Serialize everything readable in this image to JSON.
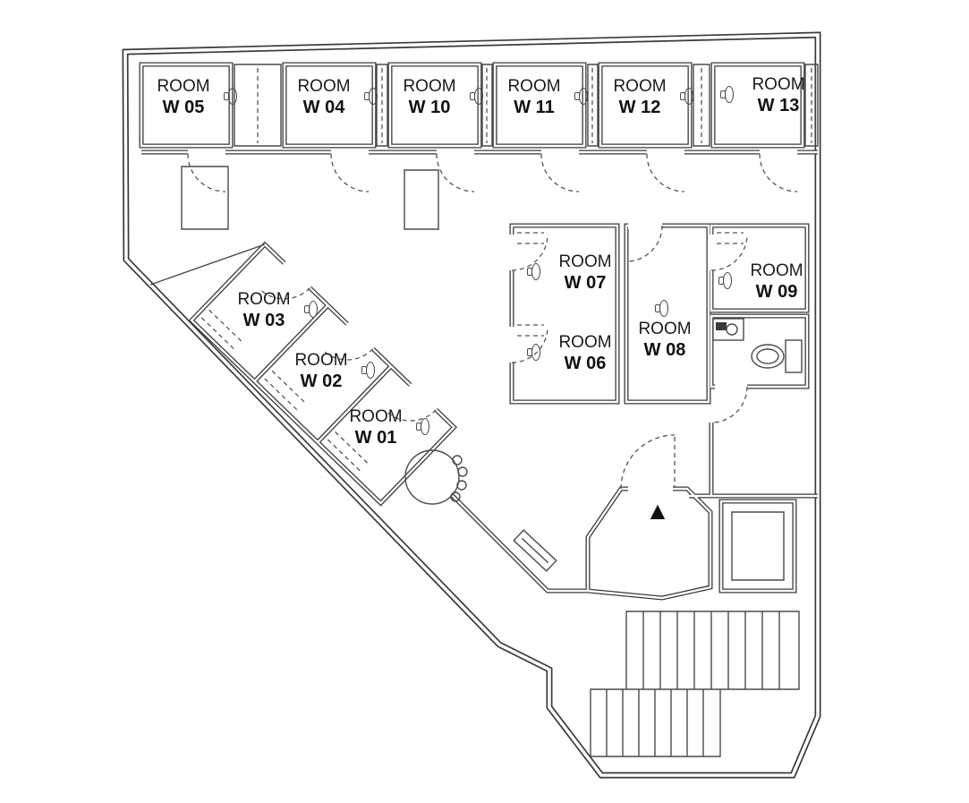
{
  "plan": {
    "colors": {
      "line": "#3a3a3a",
      "background": "#ffffff",
      "label": "#111111"
    },
    "markers": {
      "entrance_triangle": "▲"
    },
    "icons": {
      "door_handle": "door-handle-icon",
      "entrance_marker": "triangle-up"
    },
    "rooms": [
      {
        "id": "w05",
        "line1": "ROOM",
        "line2": "W 05"
      },
      {
        "id": "w04",
        "line1": "ROOM",
        "line2": "W 04"
      },
      {
        "id": "w10",
        "line1": "ROOM",
        "line2": "W 10"
      },
      {
        "id": "w11",
        "line1": "ROOM",
        "line2": "W 11"
      },
      {
        "id": "w12",
        "line1": "ROOM",
        "line2": "W 12"
      },
      {
        "id": "w13",
        "line1": "ROOM",
        "line2": "W 13"
      },
      {
        "id": "w03",
        "line1": "ROOM",
        "line2": "W 03"
      },
      {
        "id": "w02",
        "line1": "ROOM",
        "line2": "W 02"
      },
      {
        "id": "w01",
        "line1": "ROOM",
        "line2": "W 01"
      },
      {
        "id": "w07",
        "line1": "ROOM",
        "line2": "W 07"
      },
      {
        "id": "w06",
        "line1": "ROOM",
        "line2": "W 06"
      },
      {
        "id": "w08",
        "line1": "ROOM",
        "line2": "W 08"
      },
      {
        "id": "w09",
        "line1": "ROOM",
        "line2": "W 09"
      }
    ]
  }
}
